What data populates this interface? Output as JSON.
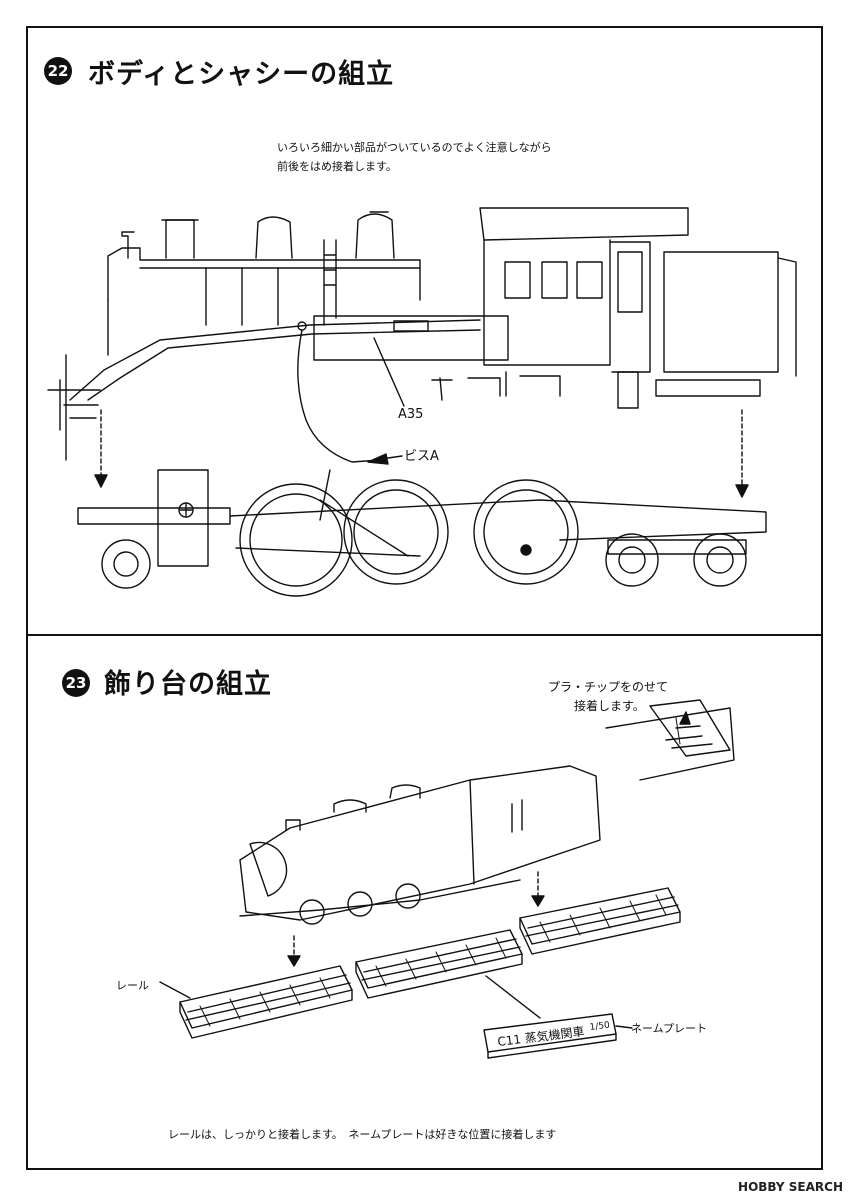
{
  "section22": {
    "number": "22",
    "title": "ボディとシャシーの組立",
    "note_line1": "いろいろ細かい部品がついているのでよく注意しながら",
    "note_line2": "前後をはめ接着します。",
    "label_part": "A35",
    "label_screw": "ビスA"
  },
  "section23": {
    "number": "23",
    "title": "飾り台の組立",
    "chip_note_line1": "プラ・チップをのせて",
    "chip_note_line2": "接着します。",
    "label_rail": "レール",
    "label_nameplate": "ネームプレート",
    "nameplate_text": "C11 蒸気機関車",
    "nameplate_scale": "1/50",
    "bottom_note": "レールは、しっかりと接着します。　ネームプレートは好きな位置に接着します"
  },
  "watermark": "HOBBY SEARCH"
}
